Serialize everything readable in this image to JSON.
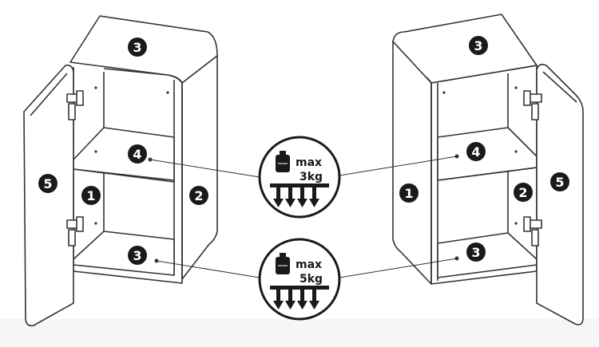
{
  "colors": {
    "ink": "#1a1a1a",
    "line": "#333333",
    "paper": "#ffffff",
    "floor": "#f4f4f4"
  },
  "left_cabinet": {
    "labels": {
      "top": "3",
      "middle_shelf": "4",
      "bottom_shelf": "3",
      "left_side": "1",
      "right_side": "2",
      "door": "5"
    }
  },
  "right_cabinet": {
    "labels": {
      "top": "3",
      "middle_shelf": "4",
      "bottom_shelf": "3",
      "left_side": "1",
      "right_side": "2",
      "door": "5"
    }
  },
  "load_badges": [
    {
      "max_label": "max",
      "weight": "3kg"
    },
    {
      "max_label": "max",
      "weight": "5kg"
    }
  ]
}
